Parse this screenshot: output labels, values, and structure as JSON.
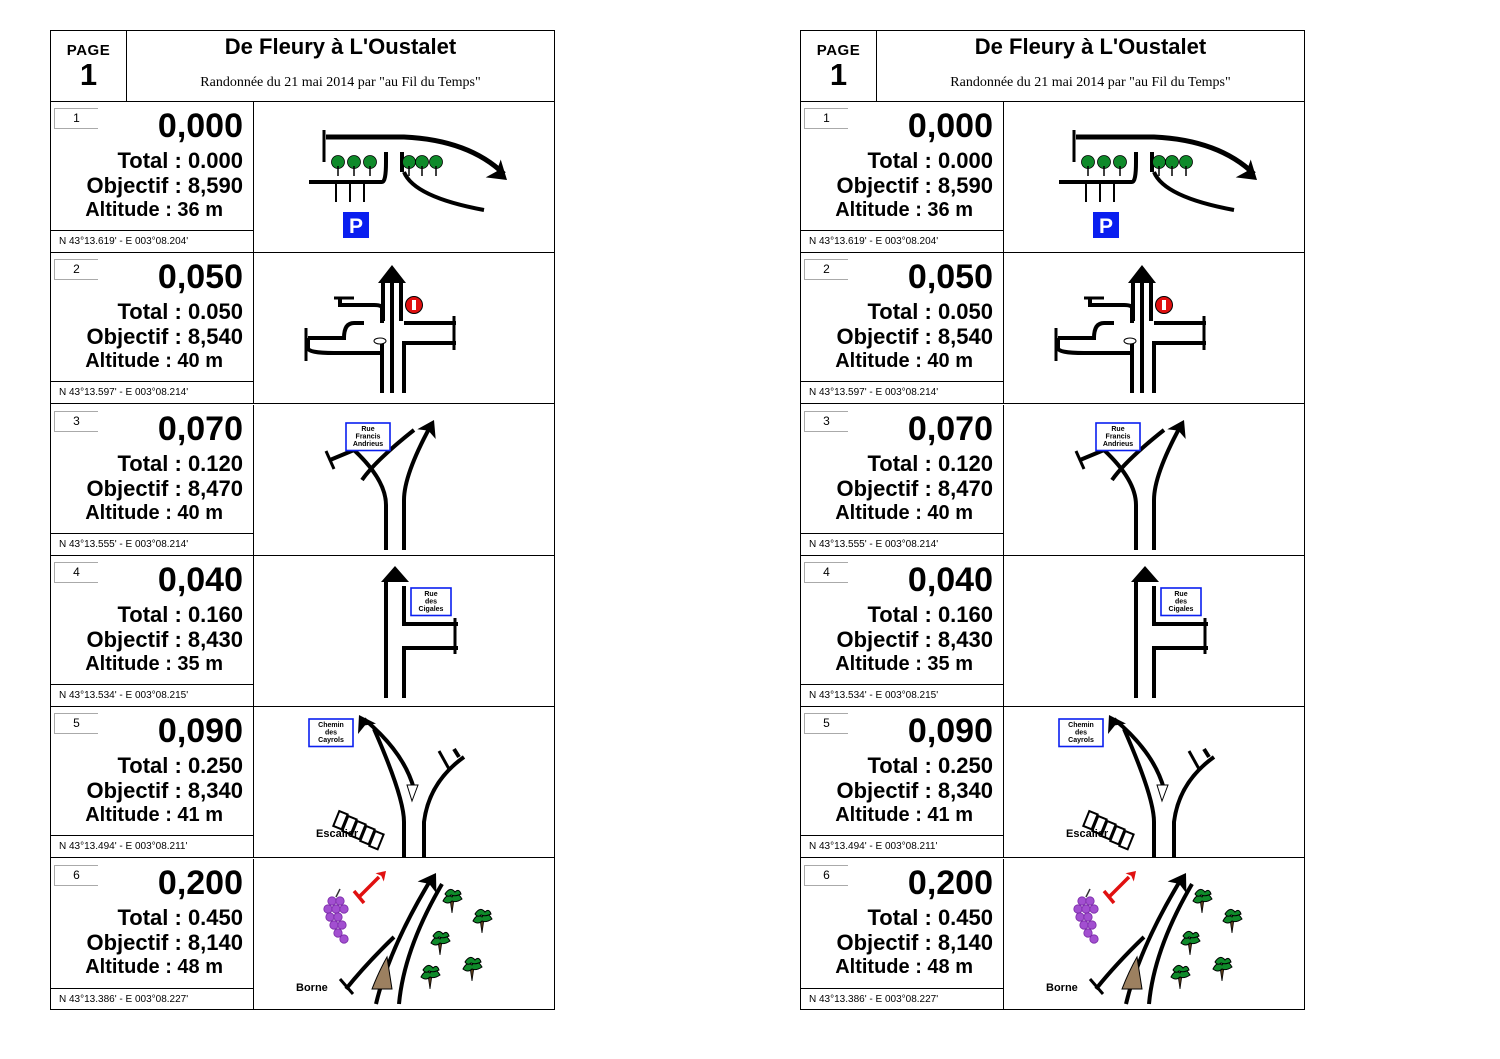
{
  "document": {
    "page_label": "PAGE",
    "page_number": "1",
    "title": "De Fleury à L'Oustalet",
    "subtitle": "Randonnée du 21 mai 2014 par \"au Fil du Temps\""
  },
  "steps": [
    {
      "number": "1",
      "distance": "0,000",
      "total": "Total : 0.000",
      "objectif": "Objectif : 8,590",
      "altitude": "Altitude : 36 m",
      "gps": "N 43°13.619' - E 003°08.204'",
      "diagram": {
        "icons": [
          "parking-icon",
          "trees-icon",
          "curved-arrow-icon"
        ],
        "parking_label": "P"
      }
    },
    {
      "number": "2",
      "distance": "0,050",
      "total": "Total : 0.050",
      "objectif": "Objectif : 8,540",
      "altitude": "Altitude : 40 m",
      "gps": "N 43°13.597' - E 003°08.214'",
      "diagram": {
        "icons": [
          "crossroads-icon",
          "straight-arrow-icon",
          "no-entry-sign-icon"
        ]
      }
    },
    {
      "number": "3",
      "distance": "0,070",
      "total": "Total : 0.120",
      "objectif": "Objectif : 8,470",
      "altitude": "Altitude : 40 m",
      "gps": "N 43°13.555' - E 003°08.214'",
      "diagram": {
        "icons": [
          "fork-icon",
          "right-arrow-icon",
          "street-sign-icon"
        ],
        "street_sign": [
          "Rue",
          "Francis",
          "Andrieus"
        ]
      }
    },
    {
      "number": "4",
      "distance": "0,040",
      "total": "Total : 0.160",
      "objectif": "Objectif : 8,430",
      "altitude": "Altitude : 35 m",
      "gps": "N 43°13.534' - E 003°08.215'",
      "diagram": {
        "icons": [
          "t-junction-icon",
          "straight-arrow-icon",
          "street-sign-icon"
        ],
        "street_sign": [
          "Rue",
          "des",
          "Cigales"
        ]
      }
    },
    {
      "number": "5",
      "distance": "0,090",
      "total": "Total : 0.250",
      "objectif": "Objectif : 8,340",
      "altitude": "Altitude : 41 m",
      "gps": "N 43°13.494' - E 003°08.211'",
      "diagram": {
        "icons": [
          "fork-icon",
          "left-arrow-icon",
          "stairs-icon",
          "street-sign-icon"
        ],
        "street_sign": [
          "Chemin",
          "des",
          "Cayrols"
        ],
        "note": "Escalier"
      }
    },
    {
      "number": "6",
      "distance": "0,200",
      "total": "Total : 0.450",
      "objectif": "Objectif : 8,140",
      "altitude": "Altitude : 48 m",
      "gps": "N 43°13.386' - E 003°08.227'",
      "diagram": {
        "icons": [
          "fork-icon",
          "arrow-icon",
          "grapes-icon",
          "pine-trees-icon",
          "boundary-marker-icon"
        ],
        "note": "Borne"
      }
    }
  ],
  "colors": {
    "ink": "#000000",
    "parking_blue": "#0a1ff0",
    "warning_red": "#e01010",
    "grape_purple": "#a24fd0",
    "tree_green": "#0f8a2a",
    "borne_brown": "#9c8060"
  }
}
